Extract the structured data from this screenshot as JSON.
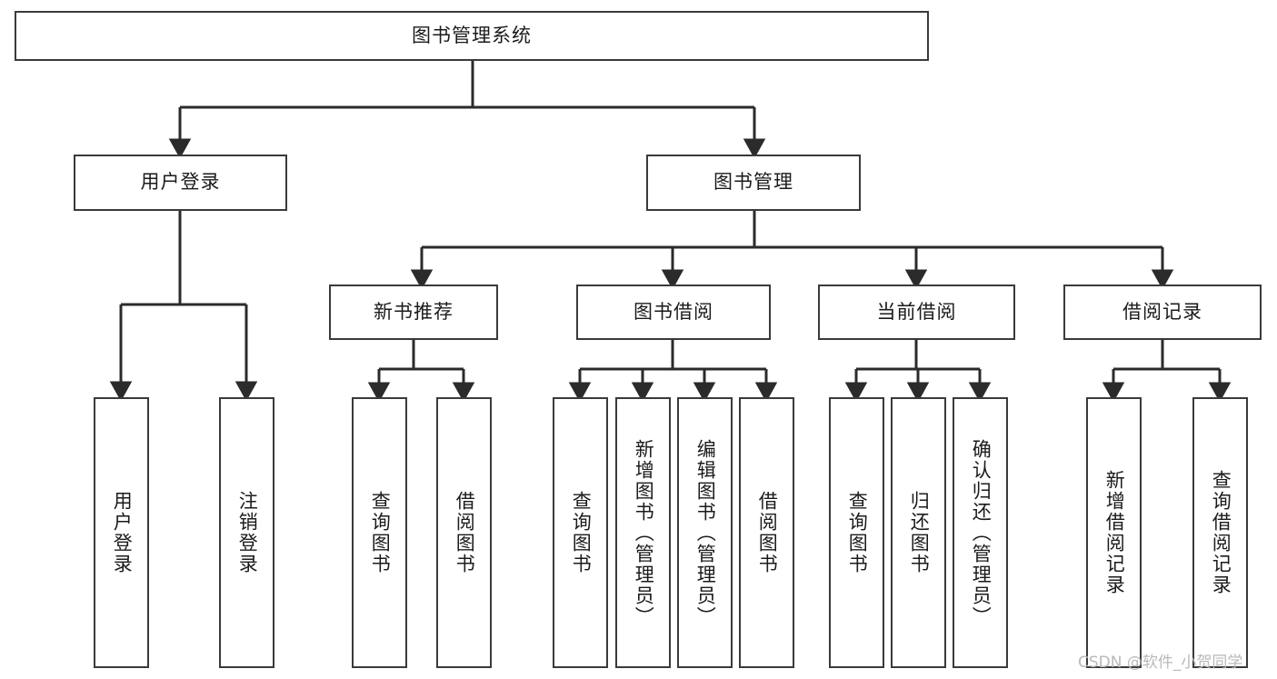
{
  "diagram": {
    "type": "tree-hierarchy-chart",
    "title": "图书管理系统",
    "orientation": "top-down",
    "colors": {
      "box_border": "#3a3a3a",
      "box_fill": "#ffffff",
      "connector": "#2b2b2b",
      "text": "#1b1b1b",
      "watermark": "#b9b9b9",
      "background": "#ffffff"
    },
    "root": {
      "id": "root",
      "label": "图书管理系统",
      "orientation": "horizontal"
    },
    "level2": [
      {
        "id": "user-login",
        "label": "用户登录",
        "orientation": "horizontal"
      },
      {
        "id": "book-manage",
        "label": "图书管理",
        "orientation": "horizontal"
      }
    ],
    "level3": [
      {
        "id": "new-book-recommend",
        "label": "新书推荐",
        "orientation": "horizontal",
        "parent": "book-manage"
      },
      {
        "id": "book-borrow",
        "label": "图书借阅",
        "orientation": "horizontal",
        "parent": "book-manage"
      },
      {
        "id": "current-borrow",
        "label": "当前借阅",
        "orientation": "horizontal",
        "parent": "book-manage"
      },
      {
        "id": "borrow-record",
        "label": "借阅记录",
        "orientation": "horizontal",
        "parent": "book-manage"
      }
    ],
    "leaves": [
      {
        "id": "leaf-user-login",
        "label": "用户登录",
        "parent": "user-login"
      },
      {
        "id": "leaf-logout-login",
        "label": "注销登录",
        "parent": "user-login"
      },
      {
        "id": "leaf-query-book-1",
        "label": "查询图书",
        "parent": "new-book-recommend"
      },
      {
        "id": "leaf-borrow-book-1",
        "label": "借阅图书",
        "parent": "new-book-recommend"
      },
      {
        "id": "leaf-query-book-2",
        "label": "查询图书",
        "parent": "book-borrow"
      },
      {
        "id": "leaf-add-book",
        "label": "新增图书（管理员）",
        "parent": "book-borrow"
      },
      {
        "id": "leaf-edit-book",
        "label": "编辑图书（管理员）",
        "parent": "book-borrow"
      },
      {
        "id": "leaf-borrow-book-2",
        "label": "借阅图书",
        "parent": "book-borrow"
      },
      {
        "id": "leaf-query-book-3",
        "label": "查询图书",
        "parent": "current-borrow"
      },
      {
        "id": "leaf-return-book",
        "label": "归还图书",
        "parent": "current-borrow"
      },
      {
        "id": "leaf-confirm-return",
        "label": "确认归还（管理员）",
        "parent": "current-borrow"
      },
      {
        "id": "leaf-add-record",
        "label": "新增借阅记录",
        "parent": "borrow-record"
      },
      {
        "id": "leaf-query-record",
        "label": "查询借阅记录",
        "parent": "borrow-record"
      }
    ],
    "watermark": "CSDN @软件_小贺同学"
  }
}
